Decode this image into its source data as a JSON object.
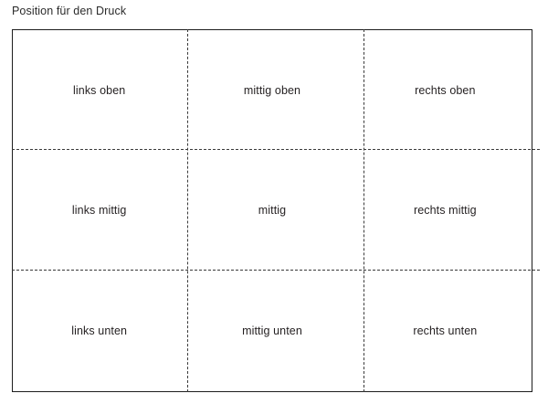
{
  "caption": "Position für den Druck",
  "colors": {
    "frame_border": "#1d1d1d",
    "guide_line": "#3a3a3a",
    "text": "#231f20",
    "caption_text": "#2b2b2b",
    "background": "#ffffff"
  },
  "grid": {
    "columns": 3,
    "rows": 3,
    "cells": [
      {
        "id": "links-oben",
        "label": "links oben"
      },
      {
        "id": "mittig-oben",
        "label": "mittig oben"
      },
      {
        "id": "rechts-oben",
        "label": "rechts oben"
      },
      {
        "id": "links-mittig",
        "label": "links mittig"
      },
      {
        "id": "mittig",
        "label": "mittig"
      },
      {
        "id": "rechts-mittig",
        "label": "rechts mittig"
      },
      {
        "id": "links-unten",
        "label": "links unten"
      },
      {
        "id": "mittig-unten",
        "label": "mittig unten"
      },
      {
        "id": "rechts-unten",
        "label": "rechts unten"
      }
    ]
  }
}
